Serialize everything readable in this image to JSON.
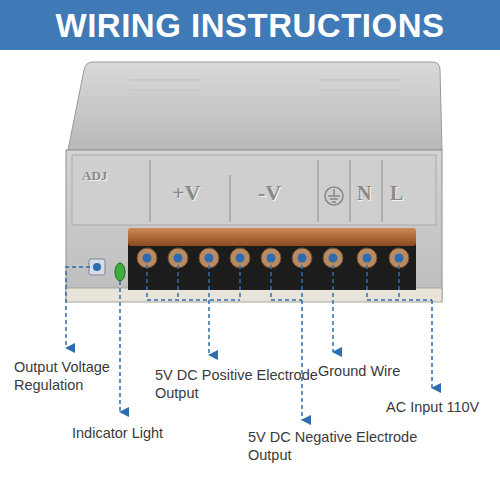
{
  "diagram": {
    "title": "WIRING INSTRUCTIONS",
    "labels": [
      "ADJ",
      "+V",
      "-V",
      "N",
      "L",
      "Output Voltage Regulation",
      "Indicator Light",
      "5V DC Positive Electrode Output",
      "5V DC Negative Electrode Output",
      "Ground Wire",
      "AC Input 110V"
    ]
  }
}
